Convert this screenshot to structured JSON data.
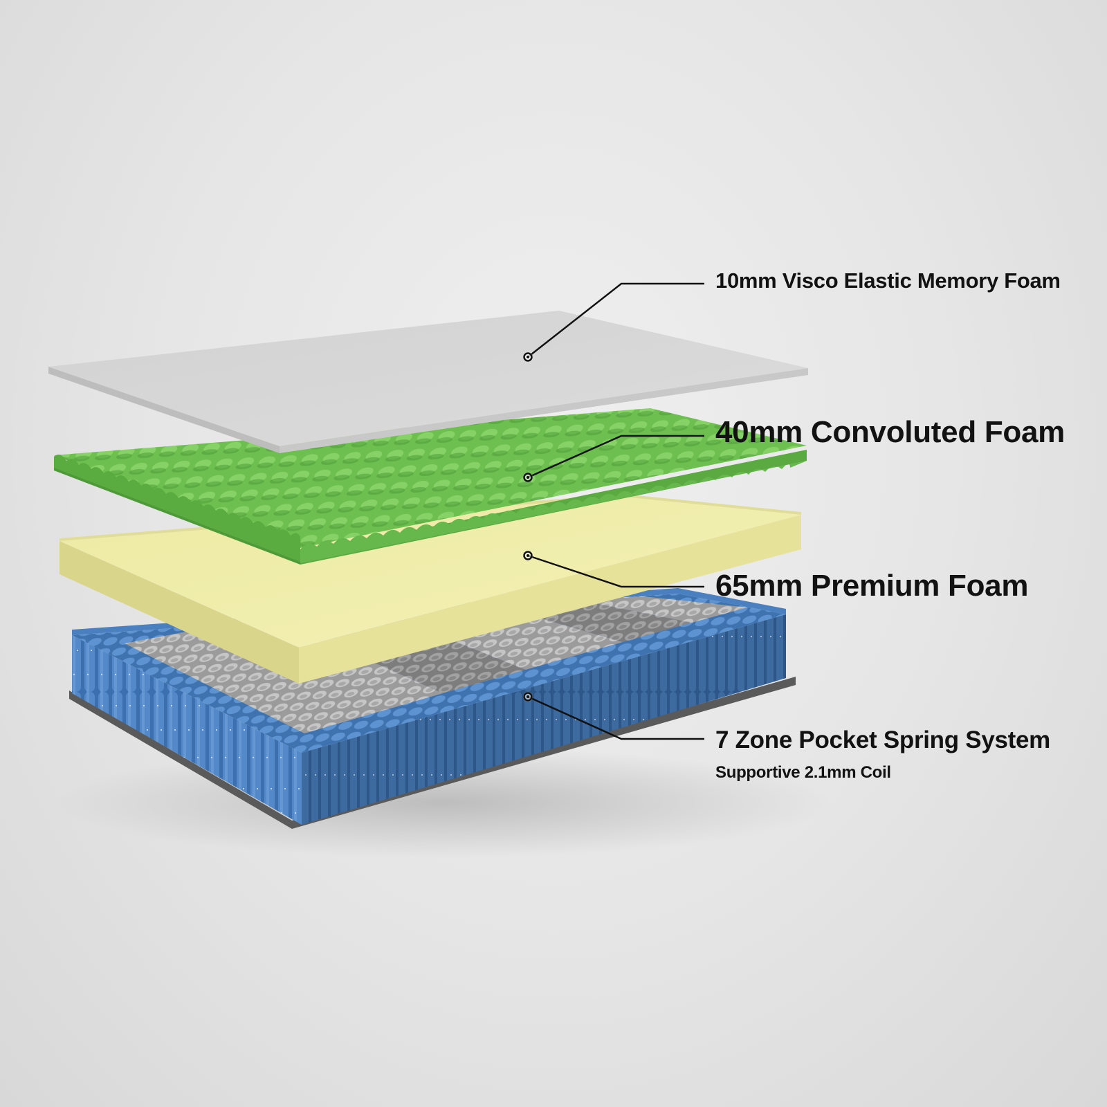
{
  "layers": [
    {
      "id": "visco",
      "name": "10mm Visco Elastic Memory Foam",
      "color": "#d6d6d6"
    },
    {
      "id": "convoluted",
      "name": "40mm Convoluted Foam",
      "color": "#6cbf4f"
    },
    {
      "id": "premium",
      "name": "65mm Premium Foam",
      "color": "#f1eeaa"
    },
    {
      "id": "spring",
      "name": "7 Zone Pocket Spring System",
      "sub": "Supportive 2.1mm Coil",
      "color": "#4f86c4"
    }
  ],
  "colors": {
    "leader_line": "#111111",
    "spring_zone_light": "#bdbdbd",
    "spring_zone_dark": "#8f8f8f",
    "base_board": "#5a5a5a"
  }
}
